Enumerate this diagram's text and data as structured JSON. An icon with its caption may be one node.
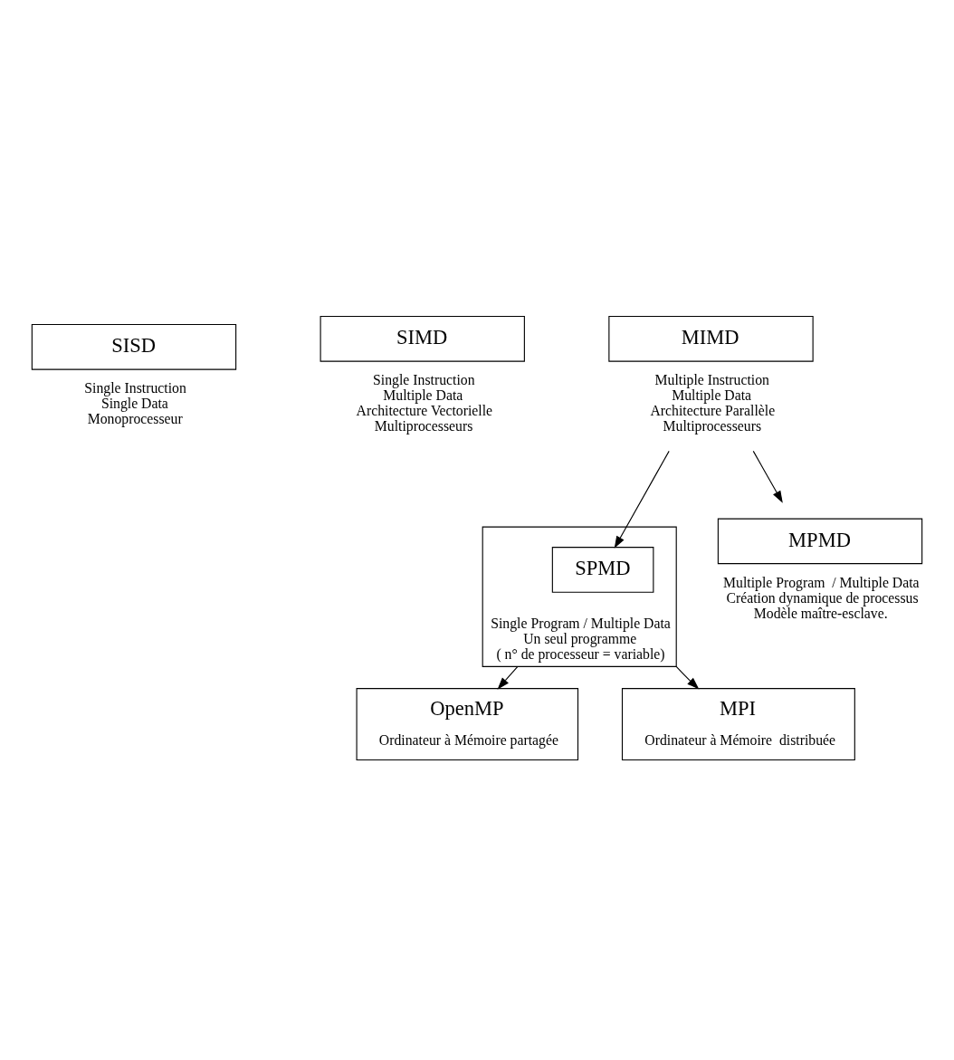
{
  "diagram": {
    "nodes": [
      {
        "text": [
          "SISD"
        ],
        "beside": [
          "Single Instruction",
          "Single Data",
          "Monoprocesseur"
        ]
      },
      {
        "text": [
          "SIMD"
        ],
        "beside": [
          "Single Instruction",
          "Multiple Data",
          "Architecture Vectorielle",
          "Multiprocesseurs"
        ]
      },
      {
        "text": [
          "MIMD"
        ],
        "beside": [
          "Multiple Instruction",
          "Multiple Data",
          "Architecture Parallèle",
          "Multiprocesseurs"
        ]
      },
      {
        "text": [
          "Single Program / Multiple Data",
          "Un seul programme",
          "( n° de processeur = variable)"
        ]
      },
      {
        "text": [
          "SPMD"
        ],
        "in": 3
      },
      {
        "text": [
          "MPMD"
        ],
        "beside": [
          "Multiple Program  / Multiple Data",
          "Création dynamique de processus",
          "Modèle maître-esclave."
        ]
      },
      {
        "text": [
          "OpenMP",
          "Ordinateur à Mémoire partagée"
        ]
      },
      {
        "text": [
          "MPI",
          "Ordinateur à Mémoire  distribuée"
        ]
      }
    ],
    "edges": [
      {
        "from": 2,
        "to": 4,
        "arrow": "to"
      },
      {
        "from": 2,
        "to": 5,
        "arrow": "to"
      },
      {
        "from": 3,
        "to": 6,
        "arrow": "to"
      },
      {
        "from": 3,
        "to": 7,
        "arrow": "to"
      }
    ]
  }
}
